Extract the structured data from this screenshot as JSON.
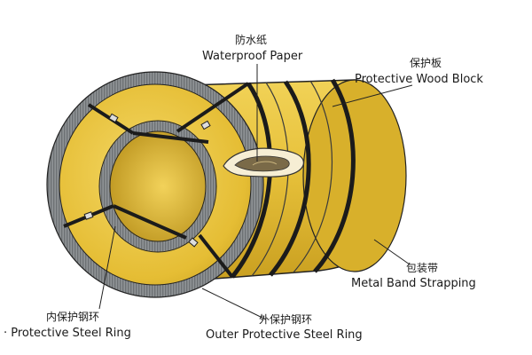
{
  "labels": {
    "waterproof_paper": {
      "zh": "防水纸",
      "en": "Waterproof Paper"
    },
    "protective_wood_block": {
      "zh": "保护板",
      "en": "Protective Wood Block"
    },
    "metal_band_strapping": {
      "zh": "包装带",
      "en": "Metal Band Strapping"
    },
    "inner_ring": {
      "zh": "内保护钢环",
      "en": "· Protective Steel Ring"
    },
    "outer_ring": {
      "zh": "外保护钢环",
      "en": "Outer Protective Steel Ring"
    }
  },
  "colors": {
    "coil_gold": "#e7c13a",
    "coil_shadow": "#b9931d",
    "steel_ring": "#8a8d90",
    "strap": "#1b1b1b",
    "outline": "#222222"
  }
}
